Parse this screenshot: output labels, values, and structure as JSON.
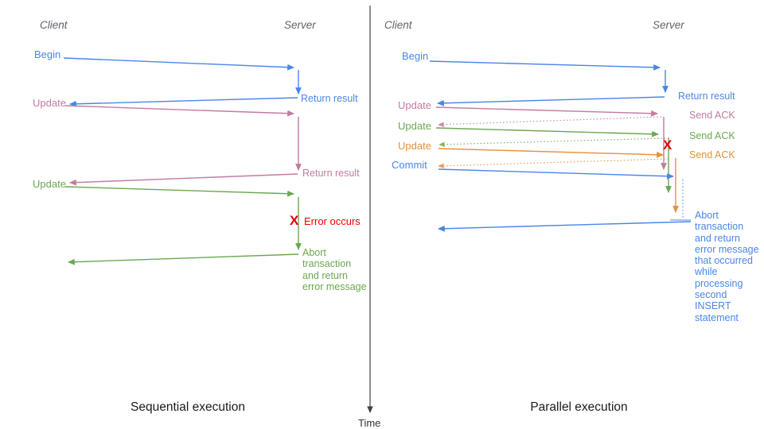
{
  "colors": {
    "blue": "#4a86e8",
    "pink": "#c27ba0",
    "green": "#6aa84f",
    "orange": "#e69138",
    "red": "#e60000",
    "header_gray": "#5f6368",
    "axis_gray": "#3c4043"
  },
  "time_axis": {
    "label": "Time"
  },
  "left": {
    "title": "Sequential execution",
    "client_header": "Client",
    "server_header": "Server",
    "begin": "Begin",
    "return_result_1": "Return result",
    "update_1": "Update",
    "return_result_2": "Return result",
    "update_2": "Update",
    "error_mark": "X",
    "error_label": "Error occurs",
    "abort": "Abort\ntransaction\nand return\nerror message"
  },
  "right": {
    "title": "Parallel execution",
    "client_header": "Client",
    "server_header": "Server",
    "begin": "Begin",
    "return_result": "Return result",
    "update_1": "Update",
    "send_ack_1": "Send ACK",
    "update_2": "Update",
    "send_ack_2": "Send ACK",
    "update_3": "Update",
    "send_ack_3": "Send ACK",
    "commit": "Commit",
    "error_mark": "X",
    "abort": "Abort\ntransaction\nand return\nerror message\nthat occurred\nwhile\nprocessing\nsecond\nINSERT\nstatement"
  }
}
